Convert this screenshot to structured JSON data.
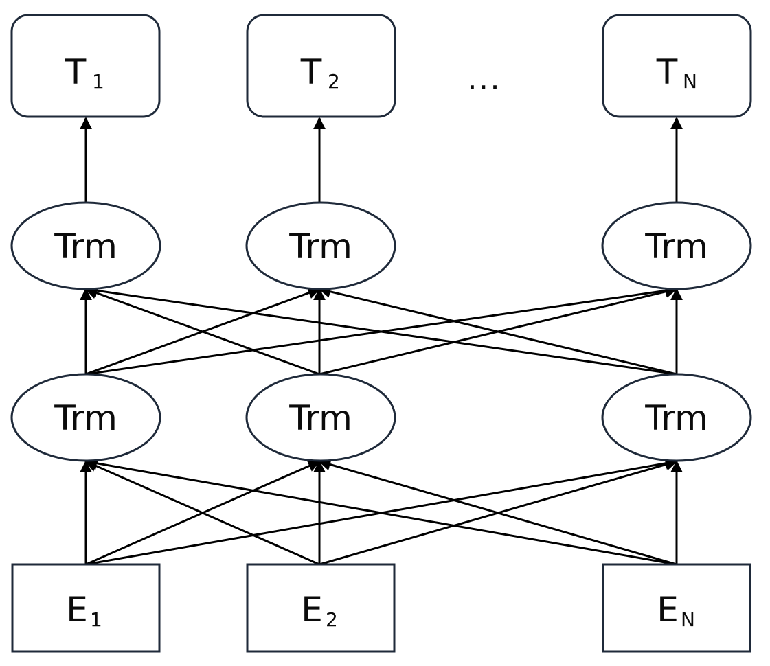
{
  "diagram": {
    "outputs": [
      {
        "main": "T",
        "sub": "1"
      },
      {
        "main": "T",
        "sub": "2"
      },
      {
        "main": "T",
        "sub": "N"
      }
    ],
    "ellipsis": "...",
    "upper_layer": [
      "Trm",
      "Trm",
      "Trm"
    ],
    "lower_layer": [
      "Trm",
      "Trm",
      "Trm"
    ],
    "inputs": [
      {
        "main": "E",
        "sub": "1"
      },
      {
        "main": "E",
        "sub": "2"
      },
      {
        "main": "E",
        "sub": "N"
      }
    ],
    "colors": {
      "stroke": "#1f2a3a",
      "arrow": "#000000",
      "text": "#0b0b0b",
      "background": "#ffffff"
    }
  }
}
